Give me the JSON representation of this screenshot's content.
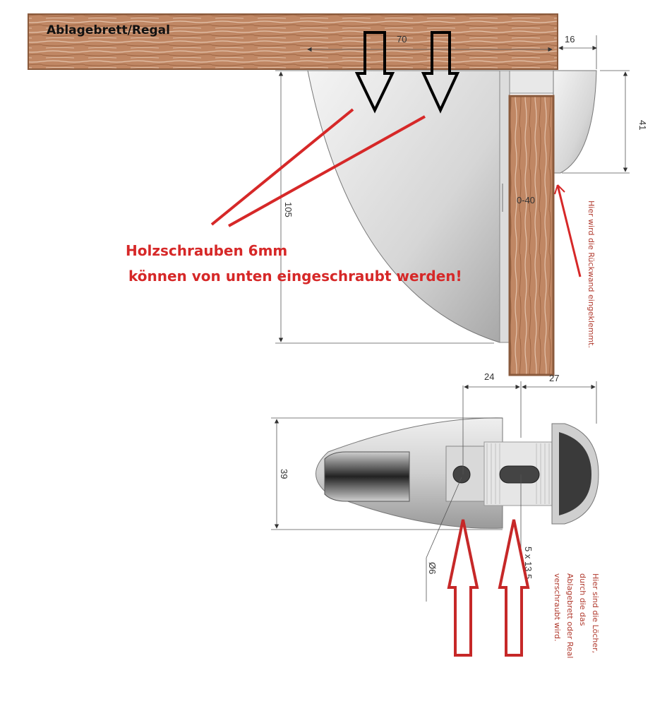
{
  "labels": {
    "shelf": "Ablagebrett/Regal",
    "screws_line1": "Holzschrauben 6mm",
    "screws_line2": "können von unten eingeschraubt werden!",
    "back_wall_note": "Hier wird die Rückwand eingeklemmt.",
    "holes_note": [
      "Hier sind die Löcher,",
      "durch die das",
      "Ablagebrett oder Real",
      "verschraubt wird."
    ]
  },
  "dimensions": {
    "top_width": "70",
    "wall_gap": "16",
    "right_height": "41",
    "total_height": "105",
    "clamp_range": "0-40",
    "bottom_left": "24",
    "bottom_right": "27",
    "bottom_height": "39",
    "hole_diameter": "Ø6",
    "slot": "5 x 13.5"
  },
  "colors": {
    "wood": "#b57a55",
    "wood_light": "#d9b59d",
    "annotation_red": "#d62828",
    "dim_line": "#333333"
  }
}
